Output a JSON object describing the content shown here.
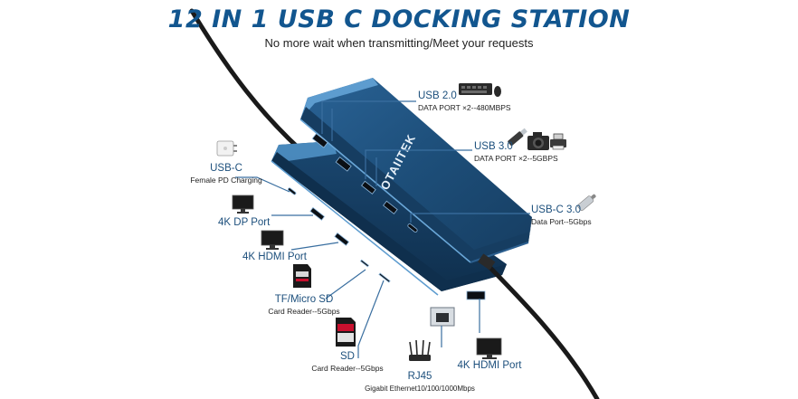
{
  "header": {
    "title": "12 IN 1 USB C DOCKING STATION",
    "subtitle": "No more wait when transmitting/Meet your requests"
  },
  "brand": "OTAIITEK",
  "ports": {
    "usb2": {
      "label": "USB 2.0",
      "detail": "DATA PORT ×2--480MBPS"
    },
    "usb3": {
      "label": "USB 3.0",
      "detail": "DATA PORT ×2--5GBPS"
    },
    "usbc3": {
      "label": "USB-C 3.0",
      "detail": "Data Port--5Gbps"
    },
    "usbc_pd": {
      "label": "USB-C",
      "detail": "Female PD Charging"
    },
    "dp": {
      "label": "4K DP Port"
    },
    "hdmi_side": {
      "label": "4K HDMI Port"
    },
    "tf": {
      "label": "TF/Micro SD",
      "detail": "Card Reader--5Gbps"
    },
    "sd": {
      "label": "SD",
      "detail": "Card Reader--5Gbps"
    },
    "rj45": {
      "label": "RJ45",
      "detail": "Gigabit Ethernet10/100/1000Mbps"
    },
    "hdmi_front": {
      "label": "4K HDMI Port"
    }
  },
  "icons": {
    "keyboard_mouse": "keyboard-mouse-icon",
    "usb_drive": "usb-drive-icon",
    "camera": "camera-icon",
    "printer": "printer-icon",
    "usbc_drive": "usbc-drive-icon",
    "charger": "charger-icon",
    "monitor": "monitor-icon",
    "microsd": "microsd-card-icon",
    "sd_card": "sd-card-icon",
    "router": "router-icon"
  },
  "colors": {
    "accent": "#12568f",
    "hub_body": "#1d4e79",
    "hub_edge": "#4f90c4",
    "callout_line": "#3a6fa0",
    "cable": "#1a1a1a"
  }
}
